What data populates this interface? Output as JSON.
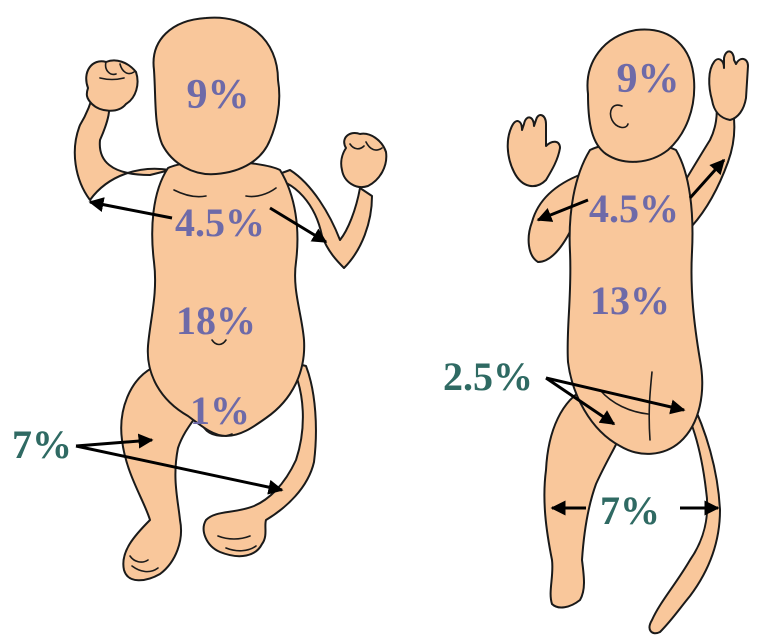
{
  "colors": {
    "skin": "#f9c79b",
    "outline": "#1a1a1a",
    "internal_label": "#6e6aa8",
    "external_label": "#2f6a63",
    "arrow": "#000000"
  },
  "front_view": {
    "head": "9%",
    "arms": "4.5%",
    "trunk": "18%",
    "genitals": "1%",
    "legs": "7%"
  },
  "back_view": {
    "head": "9%",
    "arms": "4.5%",
    "trunk": "13%",
    "buttocks": "2.5%",
    "legs": "7%"
  }
}
